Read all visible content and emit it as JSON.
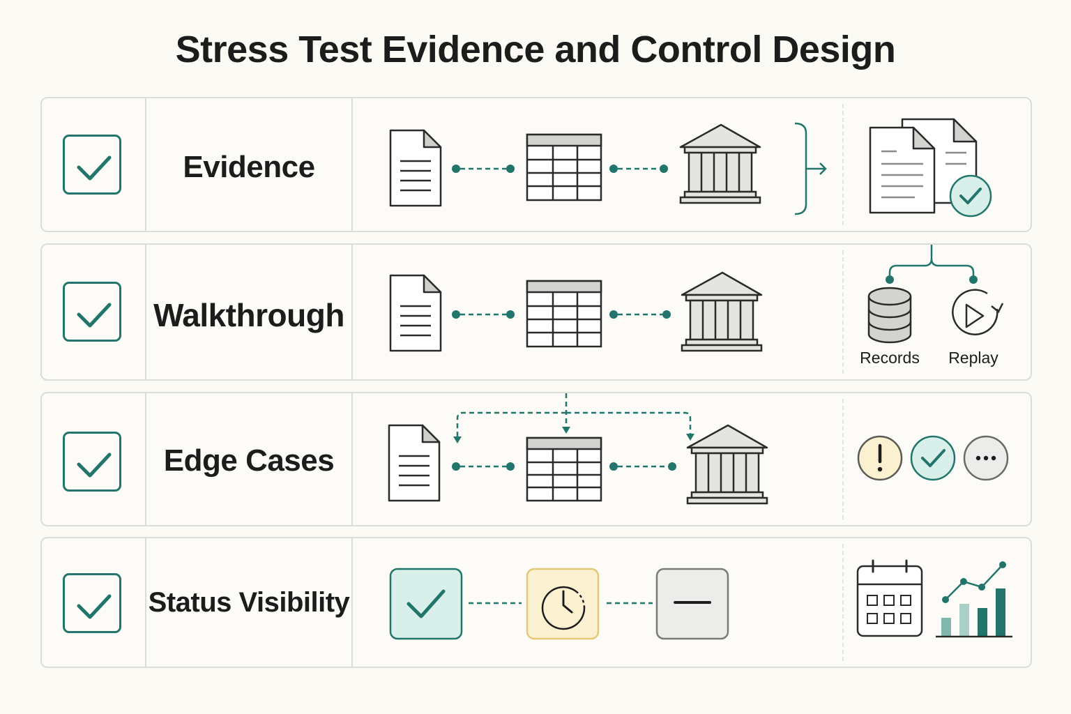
{
  "title": "Stress Test Evidence and Control Design",
  "colors": {
    "accent": "#21756b",
    "accent_light": "#d9efe9",
    "warning_light": "#fbf1d0",
    "warning_border": "#e2c978",
    "neutral_light": "#ececea",
    "outline": "#2a2a2a"
  },
  "rows": [
    {
      "label": "Evidence",
      "flow_icons": [
        "document-icon",
        "table-icon",
        "bank-icon"
      ],
      "result_icon": "documents-verified-icon"
    },
    {
      "label": "Walkthrough",
      "flow_icons": [
        "document-icon",
        "table-icon",
        "bank-icon"
      ],
      "branches": [
        {
          "label": "Records",
          "icon": "database-icon"
        },
        {
          "label": "Replay",
          "icon": "replay-icon"
        }
      ]
    },
    {
      "label": "Edge Cases",
      "flow_icons": [
        "document-icon",
        "table-icon",
        "bank-icon"
      ],
      "status_icons": [
        "warning-icon",
        "check-circle-icon",
        "more-icon"
      ]
    },
    {
      "label": "Status Visibility",
      "status_boxes": [
        "check-icon",
        "clock-icon",
        "minus-icon"
      ],
      "result_icons": [
        "calendar-icon",
        "bar-line-chart-icon"
      ]
    }
  ]
}
